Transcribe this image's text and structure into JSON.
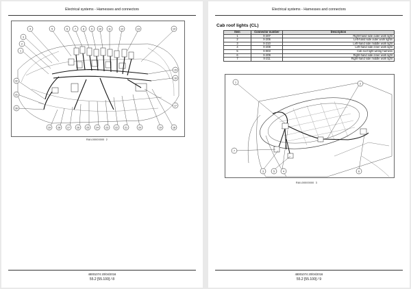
{
  "left": {
    "header": "Electrical systems - Harnesses and connectors",
    "figure": {
      "code": "RAIL00000000",
      "number": "2",
      "callouts_top": [
        "4",
        "5",
        "6",
        "7",
        "8",
        "9",
        "10",
        "11",
        "12",
        "13",
        "14"
      ],
      "callouts_left": [
        "3",
        "2",
        "1",
        "32",
        "31",
        "30"
      ],
      "callouts_right": [
        "15",
        "16",
        "17"
      ],
      "callouts_bottom": [
        "29",
        "28",
        "27",
        "26",
        "25",
        "24",
        "23",
        "22",
        "21",
        "20",
        "19",
        "18"
      ]
    },
    "footer_id": "48001074 20/04/2016",
    "footer_page": "55.2 [55.100] / 8"
  },
  "right": {
    "header": "Electrical systems - Harnesses and connectors",
    "section_title": "Cab roof lights (CL)",
    "table": {
      "headers": [
        "Item",
        "Connector number",
        "Description"
      ],
      "rows": [
        [
          "1",
          "X-207",
          "Right-hand side outer work light"
        ],
        [
          "2",
          "X-206",
          "Left-hand side outer work lights"
        ],
        [
          "3",
          "X-210",
          "Left-hand side middle work light"
        ],
        [
          "4",
          "X-208",
          "Left-hand side inner work light"
        ],
        [
          "5",
          "X-903",
          "Cab roof light wiring harness"
        ],
        [
          "6",
          "X-209",
          "Right-hand side inner work light"
        ],
        [
          "7",
          "X-211",
          "Right-hand side middle work light"
        ]
      ]
    },
    "figure": {
      "code": "RAIL00000000",
      "number": "3",
      "callouts": [
        "1",
        "2",
        "3",
        "4",
        "5",
        "6",
        "7"
      ]
    },
    "footer_id": "48001074 20/04/2016",
    "footer_page": "55.2 [55.100] / 9"
  }
}
